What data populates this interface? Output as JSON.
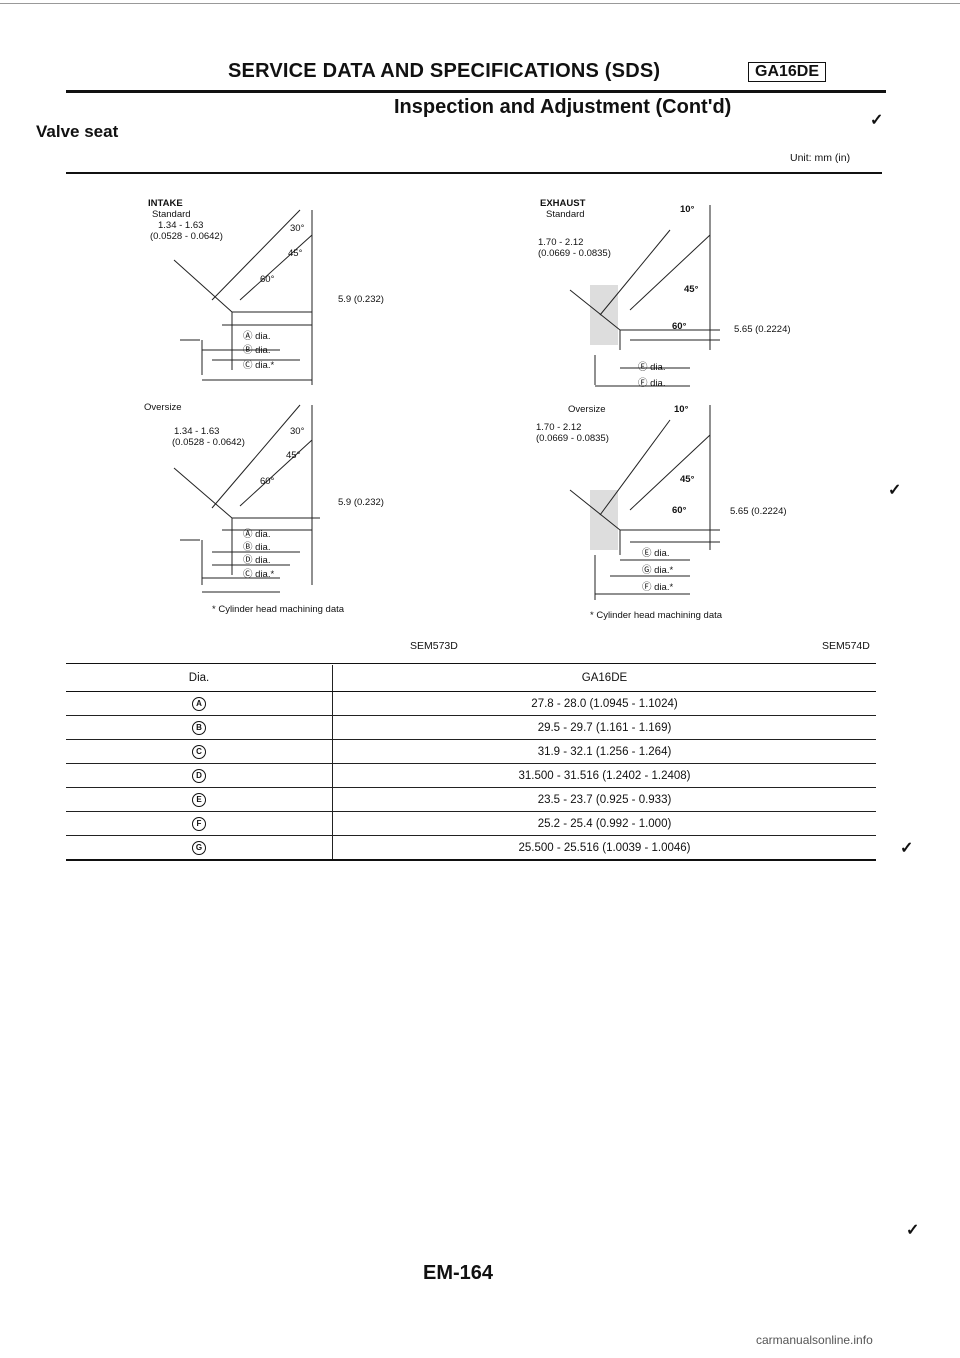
{
  "header": {
    "title": "SERVICE DATA AND SPECIFICATIONS (SDS)",
    "badge": "GA16DE",
    "subtitle": "Inspection and Adjustment (Cont'd)"
  },
  "section": {
    "title": "Valve seat",
    "unit": "Unit: mm (in)"
  },
  "intake": {
    "label": "INTAKE",
    "standard_label": "Standard",
    "oversize_label": "Oversize",
    "width_range": "1.34 - 1.63",
    "width_range_in": "(0.0528 - 0.0642)",
    "angle_30": "30°",
    "angle_45": "45°",
    "angle_60": "60°",
    "depth": "5.9 (0.232)",
    "std_dias": [
      "Ⓐ dia.",
      "Ⓑ dia.",
      "Ⓒ dia.*"
    ],
    "over_dias": [
      "Ⓐ dia.",
      "Ⓑ dia.",
      "Ⓓ dia.",
      "Ⓒ dia.*"
    ],
    "note": "* Cylinder head machining data",
    "code": "SEM573D"
  },
  "exhaust": {
    "label": "EXHAUST",
    "standard_label": "Standard",
    "oversize_label": "Oversize",
    "width_range": "1.70 - 2.12",
    "width_range_in": "(0.0669 - 0.0835)",
    "angle_10": "10°",
    "angle_45": "45°",
    "angle_60": "60°",
    "depth": "5.65 (0.2224)",
    "std_dias": [
      "Ⓔ dia.",
      "Ⓕ dia."
    ],
    "over_dias": [
      "Ⓔ dia.",
      "Ⓖ dia.*",
      "Ⓕ dia.*"
    ],
    "note": "* Cylinder head machining data",
    "code": "SEM574D"
  },
  "table": {
    "headers": [
      "Dia.",
      "GA16DE"
    ],
    "rows": [
      {
        "key": "A",
        "value": "27.8 - 28.0 (1.0945 - 1.1024)"
      },
      {
        "key": "B",
        "value": "29.5 - 29.7 (1.161 - 1.169)"
      },
      {
        "key": "C",
        "value": "31.9 - 32.1 (1.256 - 1.264)"
      },
      {
        "key": "D",
        "value": "31.500 - 31.516 (1.2402 - 1.2408)"
      },
      {
        "key": "E",
        "value": "23.5 - 23.7 (0.925 - 0.933)"
      },
      {
        "key": "F",
        "value": "25.2 - 25.4 (0.992 - 1.000)"
      },
      {
        "key": "G",
        "value": "25.500 - 25.516 (1.0039 - 1.0046)"
      }
    ]
  },
  "footer": {
    "page": "EM-164",
    "watermark": "carmanualsonline.info"
  }
}
